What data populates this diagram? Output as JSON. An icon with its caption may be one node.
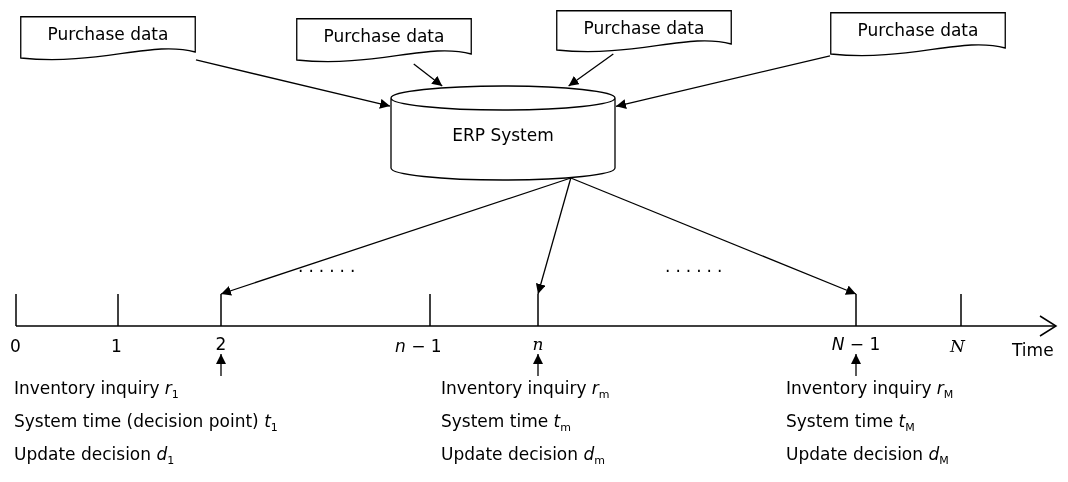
{
  "diagram": {
    "nodes": [
      {
        "text": [
          "Purchase data"
        ]
      },
      {
        "text": [
          "Purchase data"
        ]
      },
      {
        "text": [
          "Purchase data"
        ]
      },
      {
        "text": [
          "Purchase data"
        ]
      },
      {
        "text": [
          "ERP System"
        ]
      },
      {
        "text": [
          "2"
        ]
      },
      {
        "text": [
          "n"
        ]
      },
      {
        "text": [
          "*N* − 1"
        ]
      },
      {
        "text": [
          "Inventory inquiry  *r*$_{1}$",
          "System time (decision point)  *t*$_{1}$",
          "Update decision  *d*$_{1}$"
        ]
      },
      {
        "text": [
          "Inventory inquiry  *r*$_{m}$",
          "System time  *t*$_{m}$",
          "Update decision  *d*$_{m}$"
        ]
      },
      {
        "text": [
          "Inventory inquiry  *r*$_{M}$",
          "System time  *t*$_{M}$",
          "Update decision  *d*$_{M}$"
        ]
      }
    ],
    "edges": [
      {
        "from": 0,
        "to": 4,
        "arrow": "to"
      },
      {
        "from": 1,
        "to": 4,
        "arrow": "to"
      },
      {
        "from": 2,
        "to": 4,
        "arrow": "to"
      },
      {
        "from": 3,
        "to": 4,
        "arrow": "to"
      },
      {
        "from": 4,
        "to": 5,
        "arrow": "to"
      },
      {
        "from": 4,
        "to": 6,
        "arrow": "to"
      },
      {
        "from": 4,
        "to": 7,
        "arrow": "to"
      },
      {
        "from": 8,
        "to": 5,
        "arrow": "to"
      },
      {
        "from": 9,
        "to": 6,
        "arrow": "to"
      },
      {
        "from": 10,
        "to": 7,
        "arrow": "to"
      }
    ],
    "labels": [
      "......",
      "......",
      "0",
      "1",
      "*n* − 1",
      "N",
      "Time"
    ]
  }
}
